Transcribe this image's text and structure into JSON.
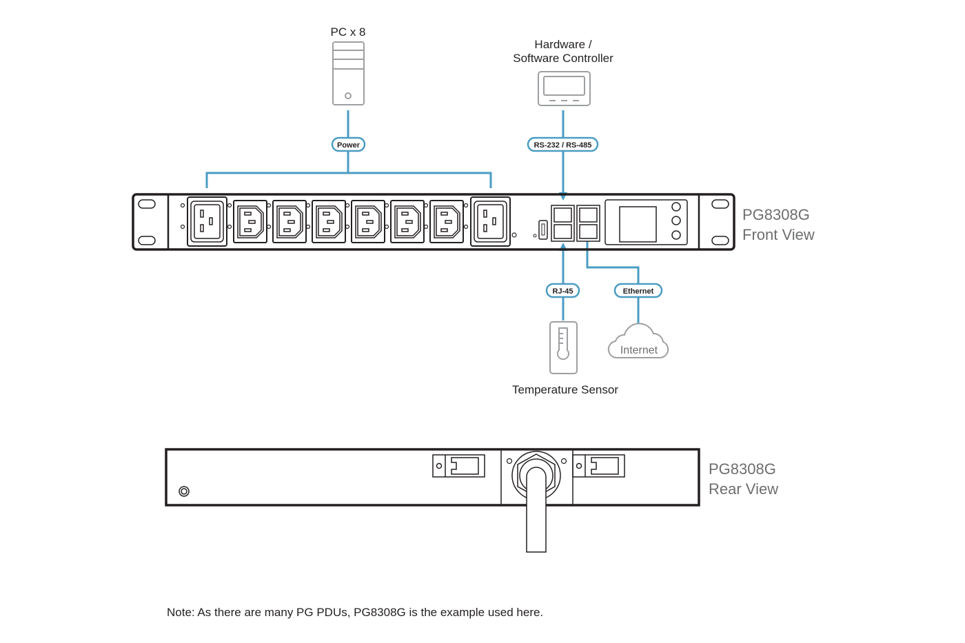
{
  "colors": {
    "connector": "#4a9cc4",
    "device": "#231f20",
    "icon": "#9d9fa2",
    "label_grey": "#6d6e70"
  },
  "devices": {
    "pc": {
      "label": "PC x 8",
      "icon": "pc-tower-icon"
    },
    "controller": {
      "label_line1": "Hardware /",
      "label_line2": "Software Controller",
      "icon": "controller-icon"
    },
    "sensor": {
      "label": "Temperature Sensor",
      "icon": "thermometer-icon"
    },
    "internet": {
      "label": "Internet",
      "icon": "cloud-icon"
    }
  },
  "connections": {
    "power": "Power",
    "serial": "RS-232 / RS-485",
    "rj45": "RJ-45",
    "ethernet": "Ethernet"
  },
  "pdu": {
    "front_model": "PG8308G",
    "front_view": "Front View",
    "rear_model": "PG8308G",
    "rear_view": "Rear View",
    "outlets": [
      "C19",
      "C13",
      "C13",
      "C13",
      "C13",
      "C13",
      "C13",
      "C19"
    ]
  },
  "note": "Note: As there are many PG PDUs, PG8308G is the example used here."
}
